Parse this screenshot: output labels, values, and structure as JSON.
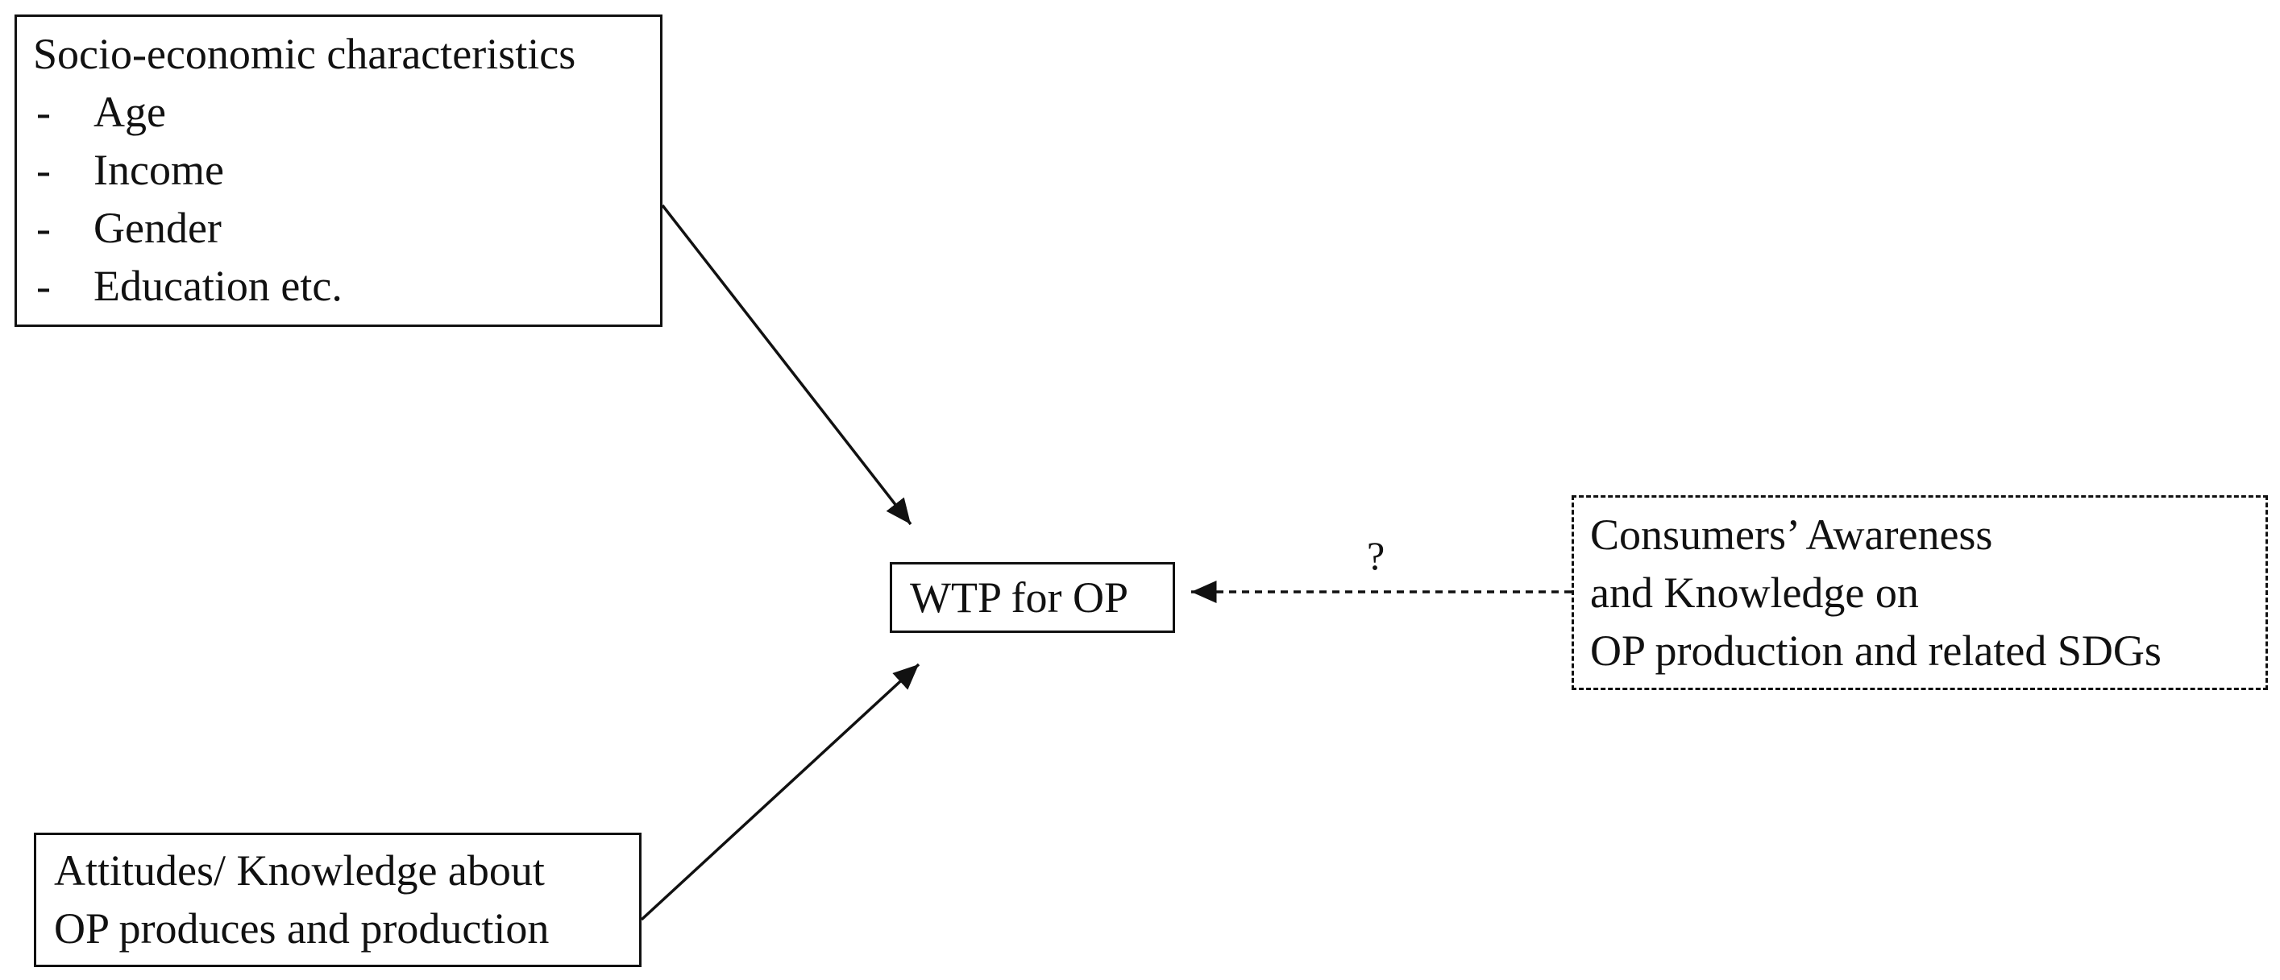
{
  "diagram": {
    "socio": {
      "title": "Socio-economic characteristics",
      "items": [
        {
          "dash": "-",
          "label": "Age"
        },
        {
          "dash": "-",
          "label": "Income"
        },
        {
          "dash": "-",
          "label": "Gender"
        },
        {
          "dash": "-",
          "label": "Education etc."
        }
      ]
    },
    "center": {
      "label": "WTP for OP"
    },
    "awareness": {
      "lines": [
        "Consumers’ Awareness",
        "and Knowledge on",
        "OP production and related SDGs"
      ]
    },
    "attitudes": {
      "lines": [
        "Attitudes/ Knowledge about",
        "OP produces and production"
      ]
    },
    "edge_label": "?",
    "colors": {
      "ink": "#111111",
      "background": "#ffffff"
    }
  }
}
